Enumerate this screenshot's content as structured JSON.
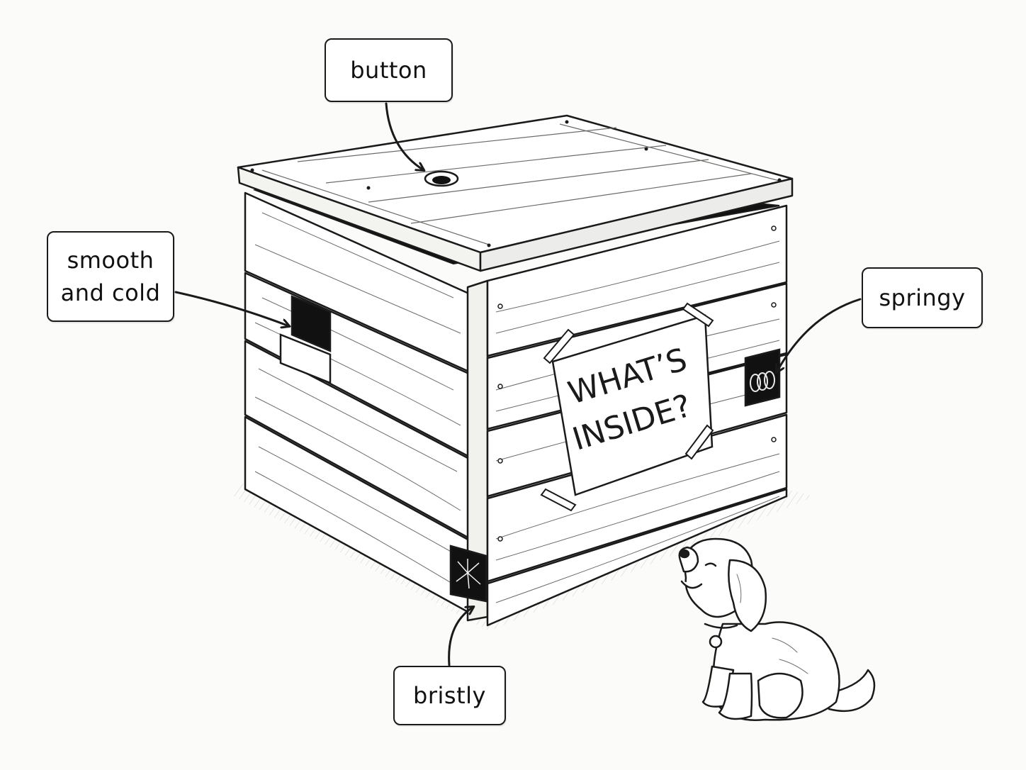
{
  "labels": {
    "top": "button",
    "left_line1": "smooth",
    "left_line2": "and cold",
    "right": "springy",
    "bottom": "bristly"
  },
  "sign": {
    "line1": "WHAT’S",
    "line2": "INSIDE?"
  },
  "colors": {
    "ink": "#1a1a1a",
    "paper": "#fbfbfa",
    "wood": "#ffffff",
    "shade": "#e9e9e6"
  }
}
